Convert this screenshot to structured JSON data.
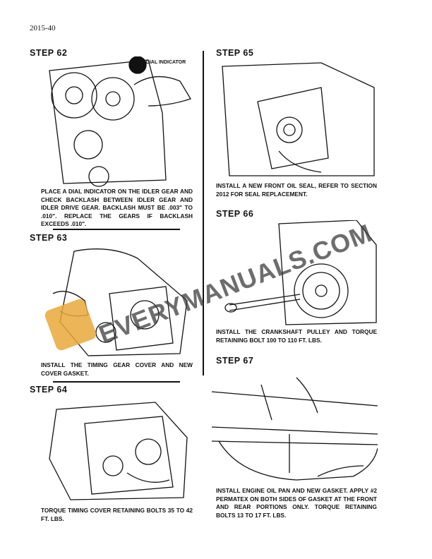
{
  "page_number": "2015-40",
  "steps": [
    {
      "label": "STEP 62",
      "caption": "PLACE A DIAL INDICATOR ON THE IDLER GEAR AND CHECK BACKLASH BETWEEN IDLER GEAR AND IDLER DRIVE GEAR. BACKLASH MUST BE .003\" TO .010\". REPLACE THE GEARS IF BACKLASH EXCEEDS .010\".",
      "callout": "DIAL INDICATOR"
    },
    {
      "label": "STEP 63",
      "caption": "INSTALL THE TIMING GEAR COVER AND NEW COVER GASKET."
    },
    {
      "label": "STEP 64",
      "caption": "TORQUE TIMING COVER RETAINING BOLTS 35 TO 42 FT. LBS."
    },
    {
      "label": "STEP 65",
      "caption": "INSTALL A NEW FRONT OIL SEAL, REFER TO SECTION 2012 FOR SEAL REPLACEMENT."
    },
    {
      "label": "STEP 66",
      "caption": "INSTALL THE CRANKSHAFT PULLEY AND TORQUE RETAINING BOLT 100 TO 110 FT. LBS."
    },
    {
      "label": "STEP 67",
      "caption": "INSTALL ENGINE OIL PAN AND NEW GASKET. APPLY #2 PERMATEX ON BOTH SIDES OF GASKET AT THE FRONT AND REAR PORTIONS ONLY. TORQUE RETAINING BOLTS 13 TO 17 FT. LBS."
    }
  ],
  "watermark": "EVERYMANUALS.COM",
  "colors": {
    "text": "#111111",
    "watermark_logo": "#e9a83a"
  }
}
